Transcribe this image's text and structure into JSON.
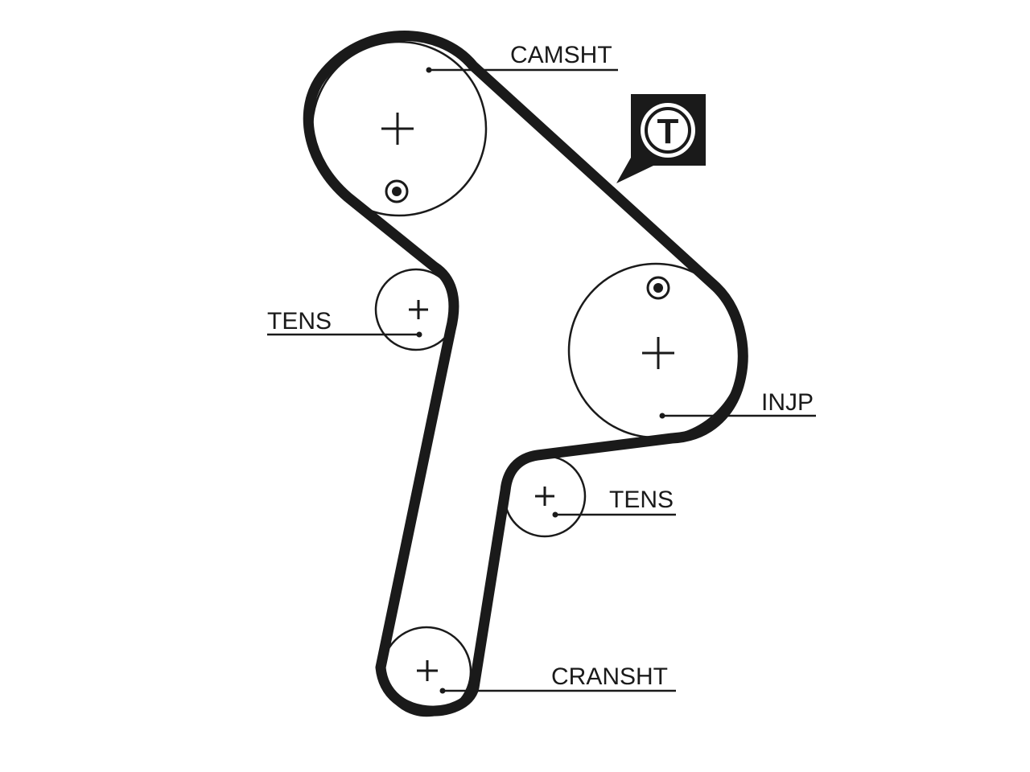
{
  "diagram": {
    "labels": {
      "camshaft": "CAMSHT",
      "tensioner_upper": "TENS",
      "injection_pump": "INJP",
      "tensioner_lower": "TENS",
      "crankshaft": "CRANSHT"
    },
    "badge": {
      "letter": "T"
    },
    "colors": {
      "ink": "#1a1a1a",
      "background": "#ffffff"
    }
  }
}
